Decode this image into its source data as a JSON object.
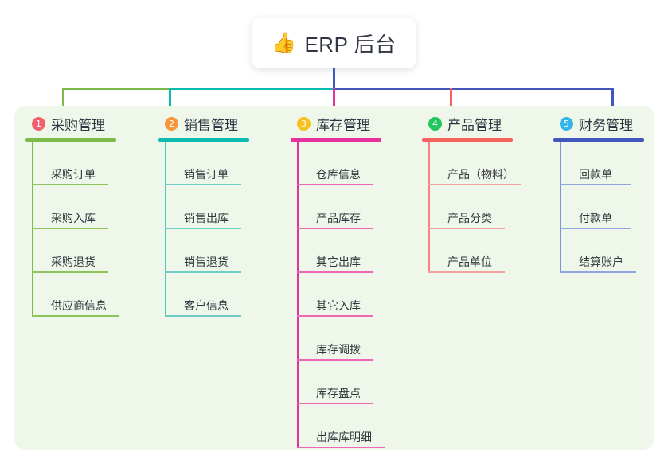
{
  "root": {
    "icon": "thumbs-up-icon",
    "emoji": "👍",
    "title": "ERP 后台"
  },
  "colors": {
    "panel_background": "#eef7ea",
    "root_text": "#2f3542",
    "branch_1_line": "#7cbb47",
    "branch_2_line": "#0cbcb0",
    "branch_3_line": "#e5339b",
    "branch_4_line": "#f4635e",
    "branch_5_line": "#4256bd",
    "badge_1": "#f2616e",
    "badge_2": "#f5953c",
    "badge_3": "#f6c11f",
    "badge_4": "#22c55e",
    "badge_5": "#35b6e8"
  },
  "branches": [
    {
      "number": "1",
      "label": "采购管理",
      "badge_color": "#f2616e",
      "line_color": "#7cbb47",
      "items": [
        {
          "label": "采购订单"
        },
        {
          "label": "采购入库"
        },
        {
          "label": "采购退货"
        },
        {
          "label": "供应商信息"
        }
      ]
    },
    {
      "number": "2",
      "label": "销售管理",
      "badge_color": "#f5953c",
      "line_color": "#0cbcb0",
      "items": [
        {
          "label": "销售订单"
        },
        {
          "label": "销售出库"
        },
        {
          "label": "销售退货"
        },
        {
          "label": "客户信息"
        }
      ]
    },
    {
      "number": "3",
      "label": "库存管理",
      "badge_color": "#f6c11f",
      "line_color": "#e5339b",
      "items": [
        {
          "label": "仓库信息"
        },
        {
          "label": "产品库存"
        },
        {
          "label": "其它出库"
        },
        {
          "label": "其它入库"
        },
        {
          "label": "库存调拨"
        },
        {
          "label": "库存盘点"
        },
        {
          "label": "出库库明细"
        }
      ]
    },
    {
      "number": "4",
      "label": "产品管理",
      "badge_color": "#22c55e",
      "line_color": "#f4635e",
      "items": [
        {
          "label": "产品（物料）"
        },
        {
          "label": "产品分类"
        },
        {
          "label": "产品单位"
        }
      ]
    },
    {
      "number": "5",
      "label": "财务管理",
      "badge_color": "#35b6e8",
      "line_color": "#4256bd",
      "items": [
        {
          "label": "回款单"
        },
        {
          "label": "付款单"
        },
        {
          "label": "结算账户"
        }
      ]
    }
  ]
}
